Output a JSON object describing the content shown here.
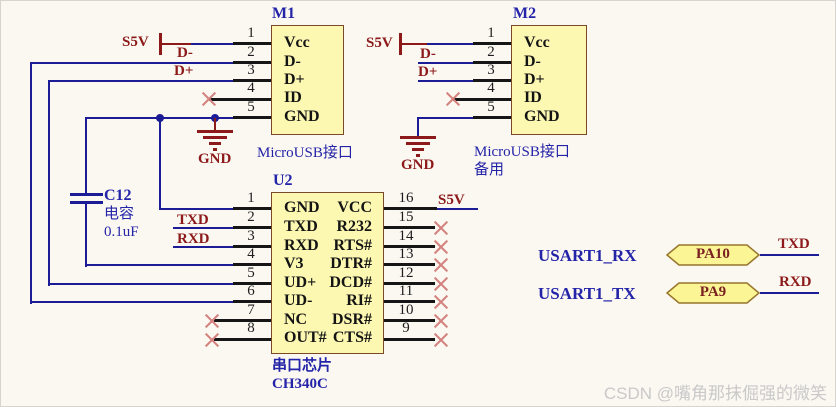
{
  "colors": {
    "wire_blue": "#1c1c96",
    "pin_black": "#161616",
    "net_label_red": "#8c1a1a",
    "designator_blue": "#2424a8",
    "component_fill": "#fcf8b2",
    "component_border": "#7a4a28",
    "no_connect_x": "#d4827e",
    "port_fill": "#fcf596",
    "port_border": "#97752c",
    "watermark_gray": "#c9c9c9",
    "background": "#fbf8f2"
  },
  "m1": {
    "ref": "M1",
    "caption": "MicroUSB接口",
    "power_label": "S5V",
    "net_dminus": "D-",
    "net_dplus": "D+",
    "gnd_label": "GND",
    "pins": [
      {
        "number": "1",
        "name": "Vcc"
      },
      {
        "number": "2",
        "name": "D-"
      },
      {
        "number": "3",
        "name": "D+"
      },
      {
        "number": "4",
        "name": "ID"
      },
      {
        "number": "5",
        "name": "GND"
      }
    ]
  },
  "m2": {
    "ref": "M2",
    "caption_line1": "MicroUSB接口",
    "caption_line2": "备用",
    "power_label": "S5V",
    "net_dminus": "D-",
    "net_dplus": "D+",
    "gnd_label": "GND",
    "pins": [
      {
        "number": "1",
        "name": "Vcc"
      },
      {
        "number": "2",
        "name": "D-"
      },
      {
        "number": "3",
        "name": "D+"
      },
      {
        "number": "4",
        "name": "ID"
      },
      {
        "number": "5",
        "name": "GND"
      }
    ]
  },
  "u2": {
    "ref": "U2",
    "caption_line1": "串口芯片",
    "caption_line2": "CH340C",
    "net_txd": "TXD",
    "net_rxd": "RXD",
    "net_s5v": "S5V",
    "left_pins": [
      {
        "number": "1",
        "name": "GND"
      },
      {
        "number": "2",
        "name": "TXD"
      },
      {
        "number": "3",
        "name": "RXD"
      },
      {
        "number": "4",
        "name": "V3"
      },
      {
        "number": "5",
        "name": "UD+"
      },
      {
        "number": "6",
        "name": "UD-"
      },
      {
        "number": "7",
        "name": "NC"
      },
      {
        "number": "8",
        "name": "OUT#"
      }
    ],
    "right_pins": [
      {
        "number": "16",
        "name": "VCC"
      },
      {
        "number": "15",
        "name": "R232"
      },
      {
        "number": "14",
        "name": "RTS#"
      },
      {
        "number": "13",
        "name": "DTR#"
      },
      {
        "number": "12",
        "name": "DCD#"
      },
      {
        "number": "11",
        "name": "RI#"
      },
      {
        "number": "10",
        "name": "DSR#"
      },
      {
        "number": "9",
        "name": "CTS#"
      }
    ]
  },
  "c12": {
    "ref": "C12",
    "caption": "电容",
    "value": "0.1uF"
  },
  "usart": {
    "rows": [
      {
        "signal": "USART1_RX",
        "port": "PA10",
        "net": "TXD"
      },
      {
        "signal": "USART1_TX",
        "port": "PA9",
        "net": "RXD"
      }
    ]
  },
  "watermark": "CSDN @嘴角那抹倔强的微笑"
}
